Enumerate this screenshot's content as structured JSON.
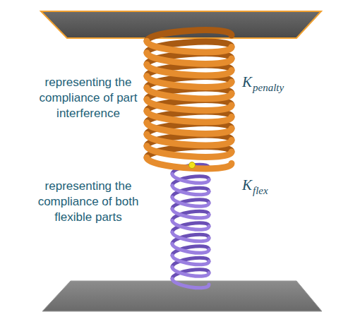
{
  "diagram": {
    "labels": [
      "representing the compliance of part interference",
      "K",
      "penalty",
      "representing the compliance of both flexible parts",
      "K",
      "flex"
    ]
  }
}
